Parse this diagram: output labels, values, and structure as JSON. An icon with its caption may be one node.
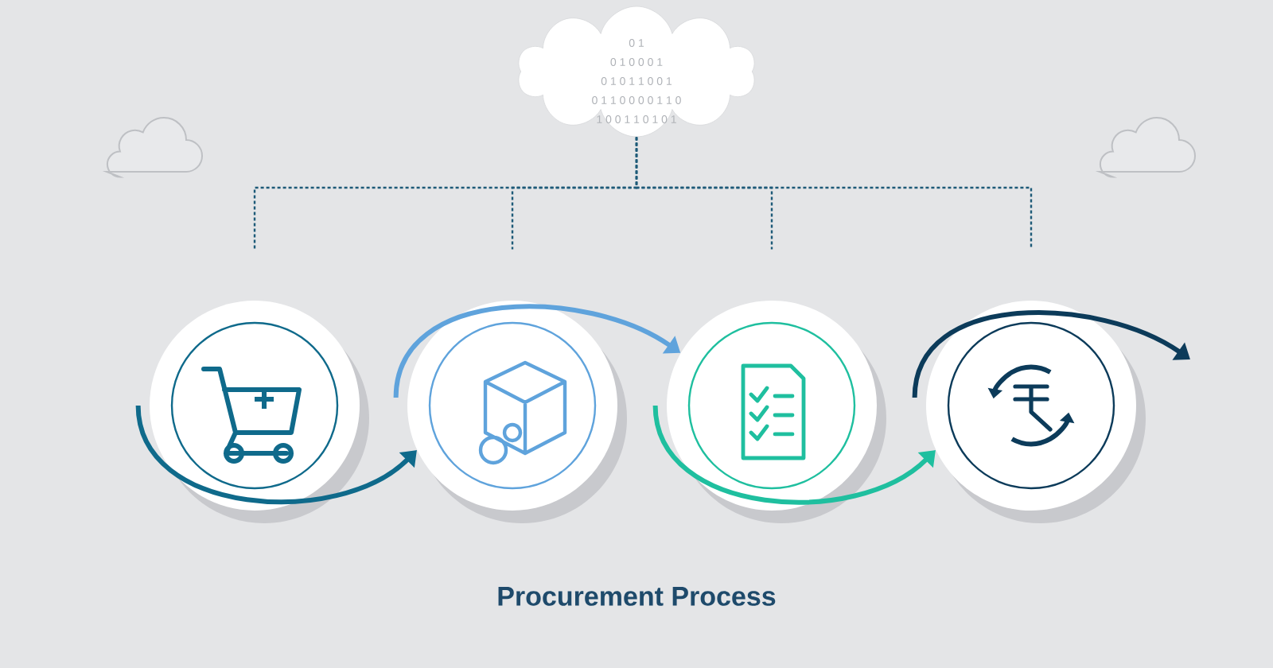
{
  "diagram": {
    "title": "Procurement Process",
    "nodes": [
      {
        "text": [],
        "shape": "cloud"
      },
      {
        "text": [],
        "shape": "circle"
      },
      {
        "text": [],
        "shape": "circle"
      },
      {
        "text": [],
        "shape": "circle"
      },
      {
        "text": [],
        "shape": "circle"
      }
    ],
    "edges": [
      {
        "from": 0,
        "to": 1,
        "arrow": "none",
        "style": "dashed"
      },
      {
        "from": 0,
        "to": 2,
        "arrow": "none",
        "style": "dashed"
      },
      {
        "from": 0,
        "to": 3,
        "arrow": "none",
        "style": "dashed"
      },
      {
        "from": 0,
        "to": 4,
        "arrow": "none",
        "style": "dashed"
      },
      {
        "from": 1,
        "to": 2,
        "arrow": "to",
        "style": "thick",
        "color": "#0f6a8b"
      },
      {
        "from": 2,
        "to": 3,
        "arrow": "to",
        "style": "thick",
        "color": "#5fa3dc"
      },
      {
        "from": 3,
        "to": 4,
        "arrow": "to",
        "style": "thick",
        "color": "#1fbf9f"
      },
      {
        "from": 4,
        "to": null,
        "arrow": "to",
        "style": "thick",
        "color": "#0c3b5a"
      }
    ],
    "labels": [
      "0 1",
      "0 1 0 0 0 1",
      "0 1 0 1 1 0 0 1",
      "0 1 1 0 0 0 0 1 1 0",
      "1 0 0 1 1 0 1 0 1"
    ]
  }
}
